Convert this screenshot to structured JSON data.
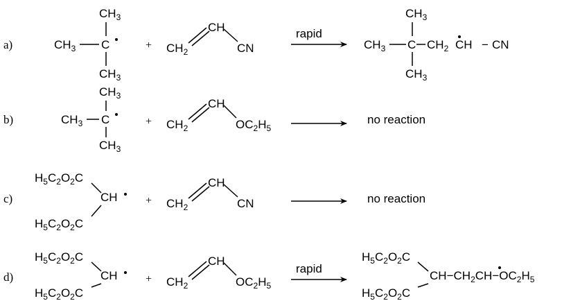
{
  "rows": {
    "a": {
      "label": "a)",
      "radical": {
        "methyl": "CH",
        "three": "3",
        "center": "C"
      },
      "plus": "+",
      "alkene": {
        "ch2": "CH",
        "two": "2",
        "ch": "CH",
        "group": "CN"
      },
      "arrow_text": "rapid",
      "product": {
        "ch": "CH",
        "three": "3",
        "c": "C",
        "ch2": "CH",
        "two": "2",
        "radical_ch": "CH",
        "group": "CN",
        "dash": "−"
      }
    },
    "b": {
      "label": "b)",
      "radical": {
        "methyl": "CH",
        "three": "3",
        "center": "C"
      },
      "plus": "+",
      "alkene": {
        "ch2": "CH",
        "two": "2",
        "ch": "CH",
        "group_o": "OC",
        "group_sub": "2",
        "group_h": "H",
        "group_five": "5"
      },
      "result": "no reaction"
    },
    "c": {
      "label": "c)",
      "radical": {
        "h": "H",
        "five": "5",
        "c": "C",
        "two": "2",
        "o": "O",
        "ch": "CH"
      },
      "plus": "+",
      "alkene": {
        "ch2": "CH",
        "two": "2",
        "ch": "CH",
        "group": "CN"
      },
      "result": "no reaction"
    },
    "d": {
      "label": "d)",
      "radical": {
        "h": "H",
        "five": "5",
        "c": "C",
        "two": "2",
        "o": "O",
        "ch": "CH"
      },
      "plus": "+",
      "alkene": {
        "ch2": "CH",
        "two": "2",
        "ch": "CH",
        "group_o": "OC",
        "group_sub": "2",
        "group_h": "H",
        "group_five": "5"
      },
      "arrow_text": "rapid",
      "product": {
        "ch": "CH",
        "dash": "−",
        "ch2": "CH",
        "two": "2",
        "radical_ch": "CH",
        "o": "OC",
        "h": "H",
        "five": "5"
      }
    }
  }
}
